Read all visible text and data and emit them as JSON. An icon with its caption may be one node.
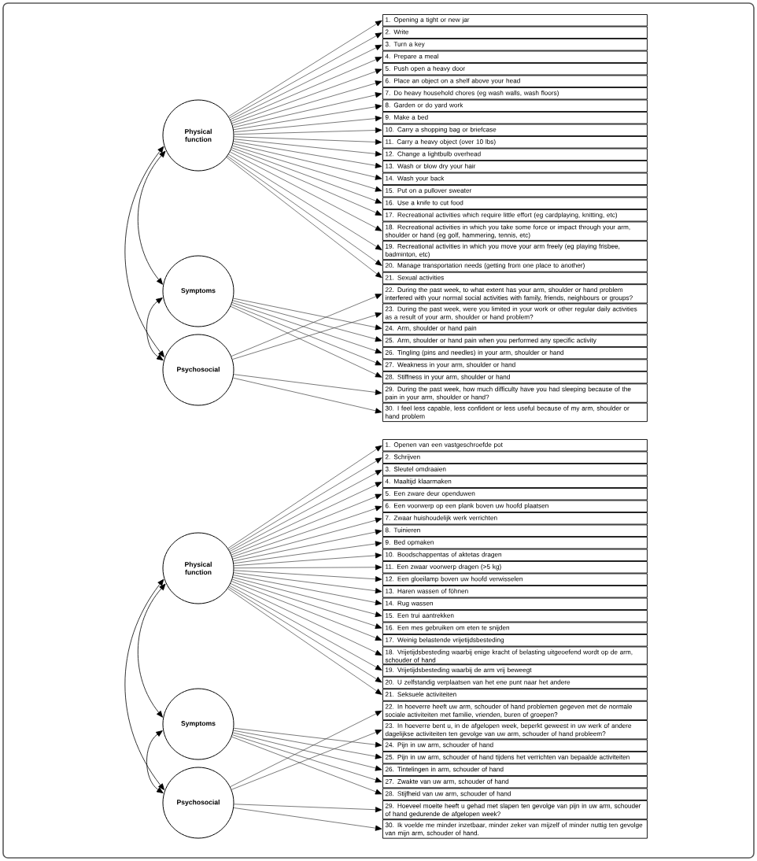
{
  "diagram": {
    "nodes": [
      {
        "text": [
          "Physical function"
        ]
      },
      {
        "text": [
          "Symptoms"
        ]
      },
      {
        "text": [
          "Psychosocial"
        ]
      },
      {
        "text": [
          "1. Opening a tight or new jar"
        ]
      },
      {
        "text": [
          "2. Write"
        ]
      },
      {
        "text": [
          "3. Turn a key"
        ]
      },
      {
        "text": [
          "4. Prepare a meal"
        ]
      },
      {
        "text": [
          "5. Push open a heavy door"
        ]
      },
      {
        "text": [
          "6. Place an object on a shelf above your head"
        ]
      },
      {
        "text": [
          "7. Do heavy household chores (eg wash walls, wash floors)"
        ]
      },
      {
        "text": [
          "8. Garden or do yard work"
        ]
      },
      {
        "text": [
          "9. Make a bed"
        ]
      },
      {
        "text": [
          "10. Carry a shopping bag or briefcase"
        ]
      },
      {
        "text": [
          "11. Carry a heavy object (over 10 lbs)"
        ]
      },
      {
        "text": [
          "12. Change a lightbulb overhead"
        ]
      },
      {
        "text": [
          "13. Wash or blow dry your hair"
        ]
      },
      {
        "text": [
          "14. Wash your back"
        ]
      },
      {
        "text": [
          "15. Put on a pullover sweater"
        ]
      },
      {
        "text": [
          "16. Use a knife to cut food"
        ]
      },
      {
        "text": [
          "17. Recreational activities which require little effort (eg cardplaying, knitting, etc)"
        ]
      },
      {
        "text": [
          "18. Recreational activities in which you take some force or impact through your arm, shoulder or hand (eg golf, hammering, tennis, etc)"
        ]
      },
      {
        "text": [
          "19. Recreational activities in which you move your arm freely (eg playing frisbee, badminton, etc)"
        ]
      },
      {
        "text": [
          "20. Manage transportation needs (getting from one place to another)"
        ]
      },
      {
        "text": [
          "21. Sexual activities"
        ]
      },
      {
        "text": [
          "22. During the past week, to what extent has your arm, shoulder or hand problem interfered with your normal social activities with family, friends, neighbours or groups?"
        ]
      },
      {
        "text": [
          "23. During the past week, were you limited in your work or other regular daily activities as a result of your arm, shoulder or hand problem?"
        ]
      },
      {
        "text": [
          "24. Arm, shoulder or hand pain"
        ]
      },
      {
        "text": [
          "25. Arm, shoulder or hand pain when you performed any specific activity"
        ]
      },
      {
        "text": [
          "26. Tingling (pins and needles) in your arm, shoulder or hand"
        ]
      },
      {
        "text": [
          "27. Weakness in your arm, shoulder or hand"
        ]
      },
      {
        "text": [
          "28. Stiffness in your arm, shoulder or hand"
        ]
      },
      {
        "text": [
          "29. During the past week, how much difficulty have you had sleeping because of the pain in your arm, shoulder or hand?"
        ]
      },
      {
        "text": [
          "30. I feel less capable, less confident or less useful because of my arm, shoulder or hand problem"
        ]
      },
      {
        "text": [
          "Physical function"
        ]
      },
      {
        "text": [
          "Symptoms"
        ]
      },
      {
        "text": [
          "Psychosocial"
        ]
      },
      {
        "text": [
          "1. Openen van een vastgeschroefde pot"
        ]
      },
      {
        "text": [
          "2. Schrijven"
        ]
      },
      {
        "text": [
          "3. Sleutel omdraaien"
        ]
      },
      {
        "text": [
          "4. Maaltijd klaarmaken"
        ]
      },
      {
        "text": [
          "5. Een zware deur openduwen"
        ]
      },
      {
        "text": [
          "6. Een voorwerp op een plank boven uw hoofd plaatsen"
        ]
      },
      {
        "text": [
          "7. Zwaar huishoudelijk werk verrichten"
        ]
      },
      {
        "text": [
          "8. Tuinieren"
        ]
      },
      {
        "text": [
          "9. Bed opmaken"
        ]
      },
      {
        "text": [
          "10. Boodschappentas of aktetas dragen"
        ]
      },
      {
        "text": [
          "11. Een zwaar voorwerp dragen (>5 kg)"
        ]
      },
      {
        "text": [
          "12. Een gloeilamp boven uw hoofd verwisselen"
        ]
      },
      {
        "text": [
          "13. Haren wassen of föhnen"
        ]
      },
      {
        "text": [
          "14. Rug wassen"
        ]
      },
      {
        "text": [
          "15. Een trui aantrekken"
        ]
      },
      {
        "text": [
          "16. Een mes gebruiken om eten te snijden"
        ]
      },
      {
        "text": [
          "17. Weinig belastende vrijetijdsbesteding"
        ]
      },
      {
        "text": [
          "18. Vrijetijdsbesteding waarbij enige kracht of belasting uitgeoefend wordt op de arm, schouder of hand"
        ]
      },
      {
        "text": [
          "19. Vrijetijdsbesteding waarbij de arm vrij beweegt"
        ]
      },
      {
        "text": [
          "20. U zelfstandig verplaatsen van het ene punt naar het andere"
        ]
      },
      {
        "text": [
          "21. Seksuele activiteiten"
        ]
      },
      {
        "text": [
          "22. In hoeverre heeft uw arm, schouder of hand problemen gegeven met de normale sociale activiteiten met familie, vrienden, buren of groepen?"
        ]
      },
      {
        "text": [
          "23. In hoeverre bent u, in de afgelopen week, beperkt geweest in uw werk of andere dagelijkse activiteiten ten gevolge van uw arm, schouder of hand probleem?"
        ]
      },
      {
        "text": [
          "24. Pijn in uw arm, schouder of hand"
        ]
      },
      {
        "text": [
          "25. Pijn in uw arm, schouder of hand tijdens het verrichten van bepaalde activiteiten"
        ]
      },
      {
        "text": [
          "26. Tintelingen in arm, schouder of hand"
        ]
      },
      {
        "text": [
          "27. Zwakte van uw arm, schouder of hand"
        ]
      },
      {
        "text": [
          "28. Stijfheid van uw arm, schouder of hand"
        ]
      },
      {
        "text": [
          "29. Hoeveel moeite heeft u gehad met slapen ten gevolge van pijn in uw arm, schouder of hand gedurende de afgelopen week?"
        ]
      },
      {
        "text": [
          "30. Ik voelde me minder inzetbaar, minder zeker van mijzelf of minder nuttig ten gevolge van mijn arm, schouder of hand."
        ]
      }
    ],
    "edges": [
      {
        "from": 0,
        "to": 3,
        "arrow": "to"
      },
      {
        "from": 0,
        "to": 4,
        "arrow": "to"
      },
      {
        "from": 0,
        "to": 5,
        "arrow": "to"
      },
      {
        "from": 0,
        "to": 6,
        "arrow": "to"
      },
      {
        "from": 0,
        "to": 7,
        "arrow": "to"
      },
      {
        "from": 0,
        "to": 8,
        "arrow": "to"
      },
      {
        "from": 0,
        "to": 9,
        "arrow": "to"
      },
      {
        "from": 0,
        "to": 10,
        "arrow": "to"
      },
      {
        "from": 0,
        "to": 11,
        "arrow": "to"
      },
      {
        "from": 0,
        "to": 12,
        "arrow": "to"
      },
      {
        "from": 0,
        "to": 13,
        "arrow": "to"
      },
      {
        "from": 0,
        "to": 14,
        "arrow": "to"
      },
      {
        "from": 0,
        "to": 15,
        "arrow": "to"
      },
      {
        "from": 0,
        "to": 16,
        "arrow": "to"
      },
      {
        "from": 0,
        "to": 17,
        "arrow": "to"
      },
      {
        "from": 0,
        "to": 18,
        "arrow": "to"
      },
      {
        "from": 0,
        "to": 19,
        "arrow": "to"
      },
      {
        "from": 0,
        "to": 20,
        "arrow": "to"
      },
      {
        "from": 0,
        "to": 21,
        "arrow": "to"
      },
      {
        "from": 0,
        "to": 22,
        "arrow": "to"
      },
      {
        "from": 0,
        "to": 23,
        "arrow": "to"
      },
      {
        "from": 2,
        "to": 24,
        "arrow": "to"
      },
      {
        "from": 2,
        "to": 25,
        "arrow": "to"
      },
      {
        "from": 1,
        "to": 26,
        "arrow": "to"
      },
      {
        "from": 1,
        "to": 27,
        "arrow": "to"
      },
      {
        "from": 1,
        "to": 28,
        "arrow": "to"
      },
      {
        "from": 1,
        "to": 29,
        "arrow": "to"
      },
      {
        "from": 1,
        "to": 30,
        "arrow": "to"
      },
      {
        "from": 2,
        "to": 31,
        "arrow": "to"
      },
      {
        "from": 2,
        "to": 32,
        "arrow": "to"
      },
      {
        "from": 0,
        "to": 1,
        "arrow": "both"
      },
      {
        "from": 1,
        "to": 2,
        "arrow": "both"
      },
      {
        "from": 0,
        "to": 2,
        "arrow": "both"
      },
      {
        "from": 33,
        "to": 36,
        "arrow": "to"
      },
      {
        "from": 33,
        "to": 37,
        "arrow": "to"
      },
      {
        "from": 33,
        "to": 38,
        "arrow": "to"
      },
      {
        "from": 33,
        "to": 39,
        "arrow": "to"
      },
      {
        "from": 33,
        "to": 40,
        "arrow": "to"
      },
      {
        "from": 33,
        "to": 41,
        "arrow": "to"
      },
      {
        "from": 33,
        "to": 42,
        "arrow": "to"
      },
      {
        "from": 33,
        "to": 43,
        "arrow": "to"
      },
      {
        "from": 33,
        "to": 44,
        "arrow": "to"
      },
      {
        "from": 33,
        "to": 45,
        "arrow": "to"
      },
      {
        "from": 33,
        "to": 46,
        "arrow": "to"
      },
      {
        "from": 33,
        "to": 47,
        "arrow": "to"
      },
      {
        "from": 33,
        "to": 48,
        "arrow": "to"
      },
      {
        "from": 33,
        "to": 49,
        "arrow": "to"
      },
      {
        "from": 33,
        "to": 50,
        "arrow": "to"
      },
      {
        "from": 33,
        "to": 51,
        "arrow": "to"
      },
      {
        "from": 33,
        "to": 52,
        "arrow": "to"
      },
      {
        "from": 33,
        "to": 53,
        "arrow": "to"
      },
      {
        "from": 33,
        "to": 54,
        "arrow": "to"
      },
      {
        "from": 33,
        "to": 55,
        "arrow": "to"
      },
      {
        "from": 33,
        "to": 56,
        "arrow": "to"
      },
      {
        "from": 35,
        "to": 57,
        "arrow": "to"
      },
      {
        "from": 35,
        "to": 58,
        "arrow": "to"
      },
      {
        "from": 34,
        "to": 59,
        "arrow": "to"
      },
      {
        "from": 34,
        "to": 60,
        "arrow": "to"
      },
      {
        "from": 34,
        "to": 61,
        "arrow": "to"
      },
      {
        "from": 34,
        "to": 62,
        "arrow": "to"
      },
      {
        "from": 34,
        "to": 63,
        "arrow": "to"
      },
      {
        "from": 35,
        "to": 64,
        "arrow": "to"
      },
      {
        "from": 35,
        "to": 65,
        "arrow": "to"
      },
      {
        "from": 33,
        "to": 34,
        "arrow": "both"
      },
      {
        "from": 34,
        "to": 35,
        "arrow": "both"
      },
      {
        "from": 33,
        "to": 35,
        "arrow": "both"
      }
    ]
  }
}
